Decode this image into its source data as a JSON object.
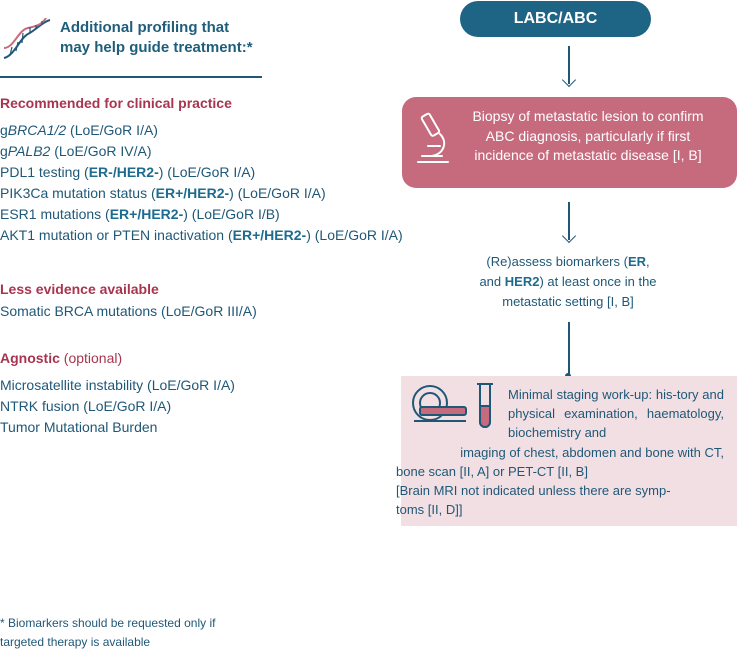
{
  "header": {
    "line1": "Additional profiling that",
    "line2": "may help guide treatment:*"
  },
  "sections": [
    {
      "title": "Recommended for clinical practice",
      "items": [
        {
          "pre": "g",
          "ital": "BRCA1/2",
          "post": " (LoE/GoR I/A)"
        },
        {
          "pre": "g",
          "ital": "PALB2",
          "post": " (LoE/GoR IV/A)"
        },
        {
          "pre": "PDL1 testing (",
          "bold": "ER-/HER2-",
          "post": ") (LoE/GoR I/A)"
        },
        {
          "pre": "PIK3Ca mutation status (",
          "bold": "ER+/HER2-",
          "post": ") (LoE/GoR I/A)"
        },
        {
          "pre": "ESR1 mutations (",
          "bold": "ER+/HER2-",
          "post": ") (LoE/GoR I/B)"
        },
        {
          "pre": "AKT1 mutation or PTEN inactivation (",
          "bold": "ER+/HER2-",
          "post": ") (LoE/GoR I/A)"
        }
      ]
    },
    {
      "title": "Less evidence available",
      "items": [
        {
          "pre": "Somatic BRCA mutations (LoE/GoR III/A)"
        }
      ]
    },
    {
      "title": "Agnostic",
      "title_suffix": "(optional)",
      "items": [
        {
          "pre": "Microsatellite instability (LoE/GoR I/A)"
        },
        {
          "pre": "NTRK fusion (LoE/GoR I/A)"
        },
        {
          "pre": "Tumor Mutational Burden"
        }
      ]
    }
  ],
  "footnote": {
    "line1": "* Biomarkers should be requested only if",
    "line2": "targeted therapy is available"
  },
  "flow": {
    "start": "LABC/ABC",
    "biopsy": {
      "line1": "Biopsy of metastatic lesion to confirm",
      "line2": "ABC diagnosis, particularly if first",
      "line3": "incidence of metastatic disease [I, B]",
      "icon": "microscope-icon"
    },
    "reassess": {
      "pre": "(Re)assess biomarkers (",
      "b1": "ER",
      "mid": ",",
      "line2_pre": "and ",
      "b2": "HER2",
      "line2_post": ") at least once in the",
      "line3": "metastatic setting [I, B]"
    },
    "staging": {
      "para": "Minimal staging work-up: his-tory and physical examination, haematology, biochemistry and",
      "line_full": "imaging of chest, abdomen and bone with CT,",
      "line_bone": "bone scan [II, A] or PET-CT [II, B]",
      "brain1": "[Brain MRI not indicated unless there are symp-",
      "brain2": "toms [II, D]]",
      "icons": [
        "ct-scanner-icon",
        "test-tube-icon"
      ]
    }
  },
  "colors": {
    "navy": "#1f5877",
    "accent_red": "#a8354f",
    "biopsy_box": "#c66b7e",
    "staging_box": "#f2dfe3",
    "pill": "#1e6485"
  }
}
